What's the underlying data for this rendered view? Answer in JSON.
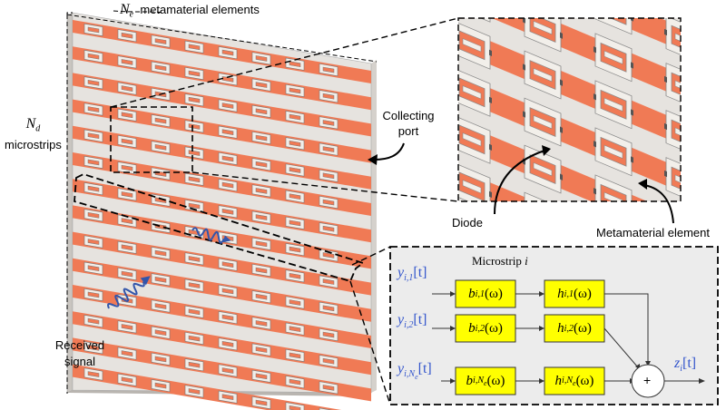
{
  "labels": {
    "ne_symbol": "N",
    "ne_sub": "e",
    "ne_text": "metamaterial elements",
    "nd_symbol": "N",
    "nd_sub": "d",
    "nd_text": "microstrips",
    "collecting_port_line1": "Collecting",
    "collecting_port_line2": "port",
    "diode": "Diode",
    "metamaterial_element": "Metamaterial element",
    "received_signal_line1": "Received",
    "received_signal_line2": "signal"
  },
  "block_diagram": {
    "title_prefix": "Microstrip",
    "title_var": "i",
    "inputs": [
      {
        "sym": "y",
        "sub": "i,1",
        "arg": "[t]"
      },
      {
        "sym": "y",
        "sub": "i,2",
        "arg": "[t]"
      },
      {
        "sym": "y",
        "sub": "i,N",
        "subsub": "e",
        "arg": "[t]"
      }
    ],
    "b_blocks": [
      {
        "sym": "b",
        "sub": "i,1",
        "arg": "(ω)"
      },
      {
        "sym": "b",
        "sub": "i,2",
        "arg": "(ω)"
      },
      {
        "sym": "b",
        "sub": "i,N",
        "subsub": "e",
        "arg": "(ω)"
      }
    ],
    "h_blocks": [
      {
        "sym": "h",
        "sub": "i,1",
        "arg": "(ω)"
      },
      {
        "sym": "h",
        "sub": "i,2",
        "arg": "(ω)"
      },
      {
        "sym": "h",
        "sub": "i,N",
        "subsub": "e",
        "arg": "(ω)"
      }
    ],
    "adder": "+",
    "output": {
      "sym": "z",
      "sub": "i",
      "arg": "[t]"
    },
    "colors": {
      "block_fill": "#ffff00",
      "block_stroke": "#333333",
      "panel_fill": "#ececec",
      "var_color": "#3355cc"
    }
  },
  "colors": {
    "strip": "#f07a55",
    "board": "#e6e3df",
    "board_side": "#b9b5b0",
    "element": "#f2efea",
    "diode": "#555555",
    "wave": "#3355aa"
  }
}
